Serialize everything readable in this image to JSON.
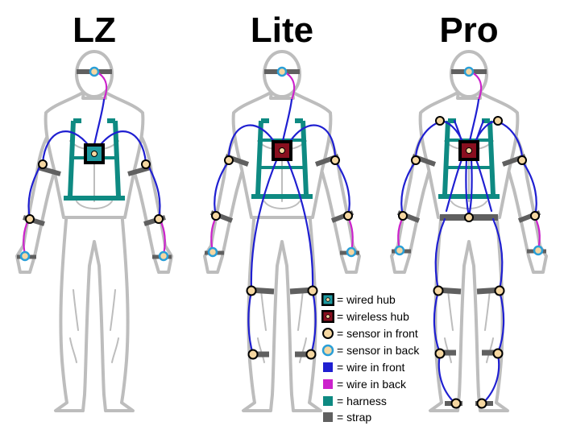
{
  "titles": {
    "lz": "LZ",
    "lite": "Lite",
    "pro": "Pro"
  },
  "legend": [
    {
      "key": "wired-hub",
      "text": "= wired hub"
    },
    {
      "key": "wireless-hub",
      "text": "= wireless hub"
    },
    {
      "key": "sensor-front",
      "text": "= sensor in front"
    },
    {
      "key": "sensor-back",
      "text": "= sensor in back"
    },
    {
      "key": "wire-front",
      "text": "= wire in front"
    },
    {
      "key": "wire-back",
      "text": "= wire in back"
    },
    {
      "key": "harness",
      "text": "= harness"
    },
    {
      "key": "strap",
      "text": "= strap"
    }
  ],
  "colors": {
    "body_outline": "#bdbdbd",
    "wire_front": "#1f1fd1",
    "wire_back": "#cc22cc",
    "harness": "#0e8a82",
    "strap": "#606060",
    "sensor_fill": "#f5d7a1",
    "sensor_back_ring": "#2a9fd8",
    "wired_hub": "#1e9aa0",
    "wireless_hub": "#8a0f1f"
  }
}
